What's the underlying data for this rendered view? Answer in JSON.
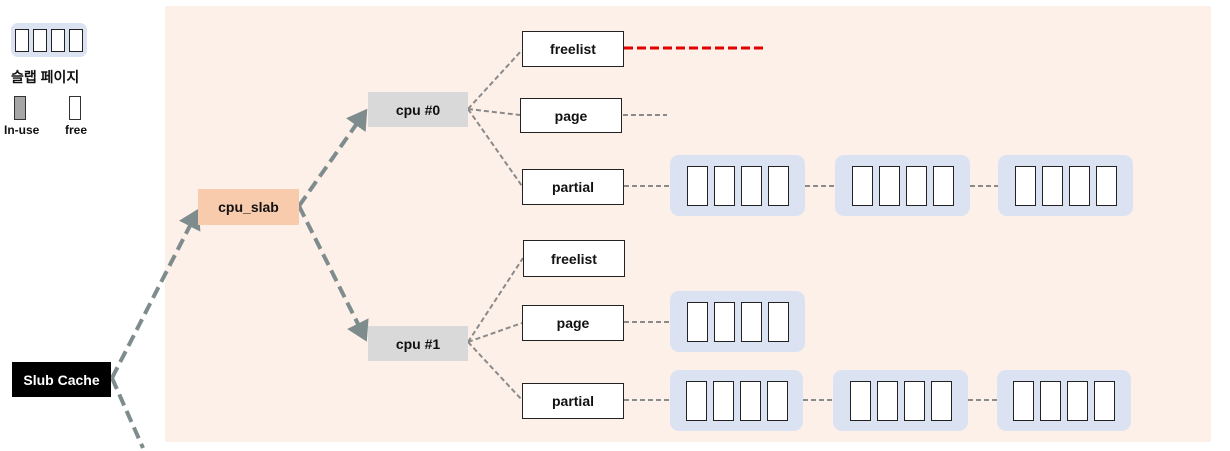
{
  "legend": {
    "page_label": "슬랩 페이지",
    "inuse_label": "In-use",
    "free_label": "free",
    "inuse_color": "#a6a6a6",
    "free_color": "#ffffff"
  },
  "nodes": {
    "slub_cache": "Slub Cache",
    "cpu_slab": "cpu_slab",
    "cpu0": "cpu #0",
    "cpu1": "cpu #1",
    "cpu0_freelist": "freelist",
    "cpu0_page": "page",
    "cpu0_partial": "partial",
    "cpu1_freelist": "freelist",
    "cpu1_page": "page",
    "cpu1_partial": "partial"
  },
  "slab_pages": {
    "cpu0_partial_count": 3,
    "cpu1_page_count": 1,
    "cpu1_partial_count": 3,
    "objects_per_page": 4
  },
  "colors": {
    "panel": "#fdf0e9",
    "page_bg": "#dbe2f1",
    "main_arrow": "#7f8c8d",
    "connector": "#8a8a8a",
    "freelist_null": "#e00000"
  }
}
